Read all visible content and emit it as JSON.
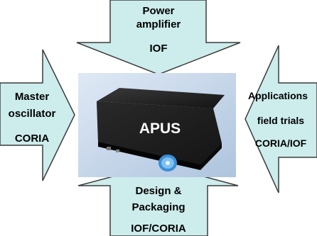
{
  "colors": {
    "arrow_fill": "#cdecec",
    "arrow_stroke": "#3c3c3c",
    "photo_bg": "#c7d8ec",
    "box_dark": "#1b1b1b",
    "disk_blue": "#3b8fd6"
  },
  "center": {
    "label": "APUS"
  },
  "arrows": {
    "top": {
      "line1": "Power",
      "line2": "amplifier",
      "line3": "IOF"
    },
    "left": {
      "line1": "Master",
      "line2": "oscillator",
      "line3": "CORIA"
    },
    "right": {
      "line1": "Applications",
      "line2": "field trials",
      "line3": "CORIA/IOF"
    },
    "bottom": {
      "line1": "Design &",
      "line2": "Packaging",
      "line3": "IOF/CORIA"
    }
  }
}
